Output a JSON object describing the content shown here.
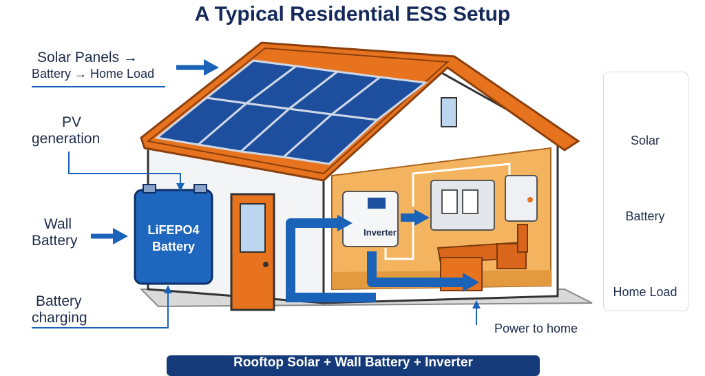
{
  "title": "A Typical Residential ESS Setup",
  "callouts": {
    "solar_line1": "Solar Panels →",
    "solar_line2": "Battery → Home Load",
    "pv_line1": "PV",
    "pv_line2": "generation",
    "wall_line1": "Wall",
    "wall_line2": "Battery",
    "charging_line1": "Battery",
    "charging_line2": "charging",
    "power_to_home": "Power to home"
  },
  "battery_unit": {
    "line1": "LiFEPO4",
    "line2": "Battery"
  },
  "inverter_label": "Inverter",
  "legend": {
    "items": [
      {
        "label": "Solar",
        "icon": "sun-icon"
      },
      {
        "label": "Battery",
        "icon": "house-icon"
      },
      {
        "label": "Home Load",
        "icon": "checklist-icon"
      }
    ]
  },
  "footer": "Rooftop Solar + Wall Battery + Inverter",
  "colors": {
    "roof": "#e8731e",
    "panel": "#1d4f9e",
    "arrow": "#1a63b8",
    "interior": "#f4b35e",
    "navy": "#15295a"
  }
}
